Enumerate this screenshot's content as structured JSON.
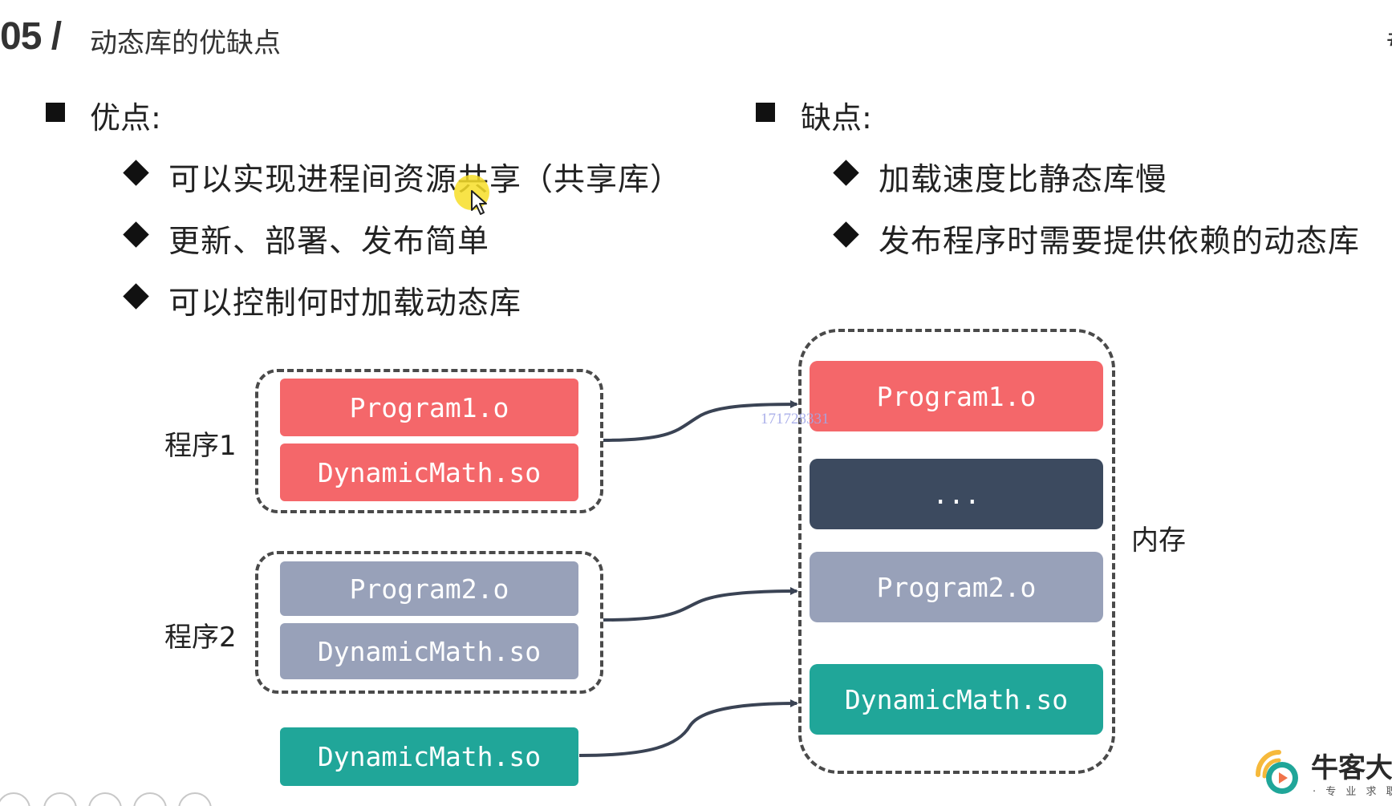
{
  "header": {
    "number": "05 /",
    "title": "动态库的优缺点"
  },
  "pros": {
    "heading": "优点:",
    "items": [
      "可以实现进程间资源共享（共享库）",
      "更新、部署、发布简单",
      "可以控制何时加载动态库"
    ]
  },
  "cons": {
    "heading": "缺点:",
    "items": [
      "加载速度比静态库慢",
      "发布程序时需要提供依赖的动态库"
    ]
  },
  "diagram": {
    "program1": {
      "label": "程序1",
      "object": "Program1.o",
      "library": "DynamicMath.so"
    },
    "program2": {
      "label": "程序2",
      "object": "Program2.o",
      "library": "DynamicMath.so"
    },
    "standalone_library": "DynamicMath.so",
    "memory": {
      "label": "内存",
      "blocks": [
        "Program1.o",
        "...",
        "Program2.o",
        "DynamicMath.so"
      ]
    },
    "colors": {
      "program1": "#f4676a",
      "program2": "#98a1b9",
      "library": "#20a699",
      "ellipsis": "#3c4a5f"
    }
  },
  "watermark": "171728331",
  "logo": {
    "name": "牛客大",
    "tagline": "· 专 业 求 职 辅"
  },
  "corner_glyph": "#"
}
